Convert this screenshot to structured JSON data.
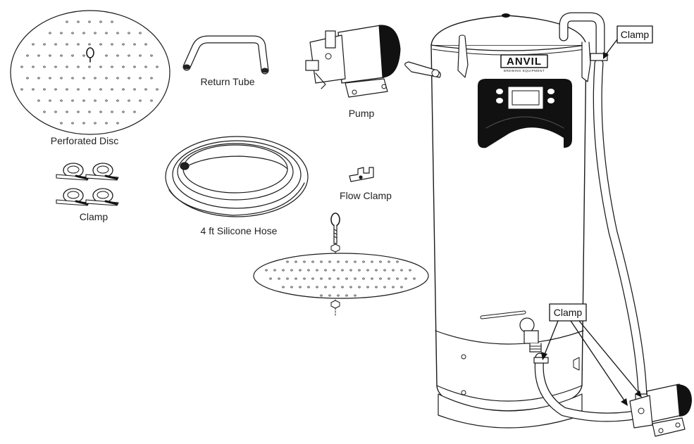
{
  "parts": {
    "perforated_disc": "Perforated Disc",
    "return_tube": "Return Tube",
    "pump": "Pump",
    "silicone_hose": "4 ft Silicone Hose",
    "flow_clamp": "Flow Clamp",
    "clamp": "Clamp"
  },
  "callouts": {
    "top_clamp": "Clamp",
    "bottom_clamp": "Clamp"
  },
  "brand": {
    "name": "ANVIL",
    "tagline": "BREWING EQUIPMENT"
  },
  "colors": {
    "line": "#1a1a1a",
    "fill_dark": "#111111",
    "fill_light": "#ffffff"
  }
}
